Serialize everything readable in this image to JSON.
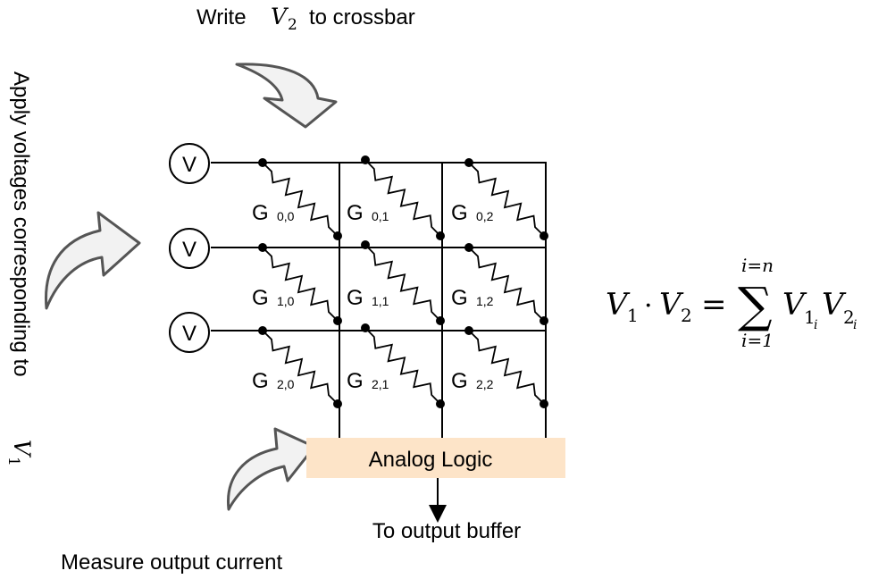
{
  "write_label": {
    "text": "Write",
    "var": "V",
    "sub": "2",
    "suffix": "to crossbar"
  },
  "apply_label": {
    "text": "Apply voltages corresponding to",
    "var": "V",
    "sub": "1"
  },
  "measure_label": "Measure output current",
  "analog_logic": "Analog Logic",
  "output_label": "To output buffer",
  "voltage_source_symbol": "V",
  "conductance_symbol": "G",
  "conductance_indices": [
    [
      "0,0",
      "0,1",
      "0,2"
    ],
    [
      "1,0",
      "1,1",
      "1,2"
    ],
    [
      "2,0",
      "2,1",
      "2,2"
    ]
  ],
  "equation": {
    "lhs_a": "V",
    "lhs_a_sub": "1",
    "dot": "·",
    "lhs_b": "V",
    "lhs_b_sub": "2",
    "eq": "=",
    "sum": "∑",
    "upper": "i=n",
    "lower": "i=1",
    "term1": "V",
    "term1_sub": "1",
    "term1_subsub": "i",
    "term2": "V",
    "term2_sub": "2",
    "term2_subsub": "i"
  },
  "colors": {
    "analog_box": "#fde4c8",
    "arrow_fill": "#f2f2f2",
    "arrow_stroke": "#555555"
  }
}
